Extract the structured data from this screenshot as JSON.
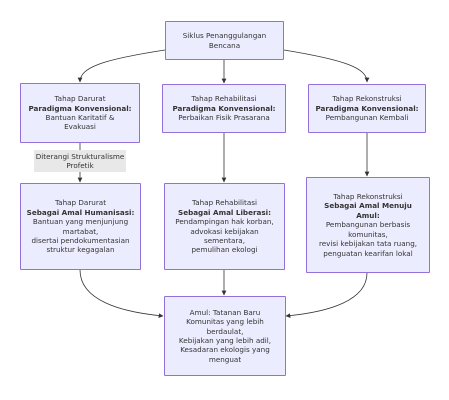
{
  "nodes": {
    "cycle": [
      "Siklus Penanggulangan",
      "Bencana"
    ],
    "darurat_konv": {
      "l1": "Tahap Darurat",
      "l2": "Paradigma Konvensional:",
      "l3": "Bantuan Karitatif &",
      "l4": "Evakuasi"
    },
    "rehab_konv": {
      "l1": "Tahap Rehabilitasi",
      "l2": "Paradigma Konvensional:",
      "l3": "Perbaikan Fisik Prasarana"
    },
    "rekon_konv": {
      "l1": "Tahap Rekonstruksi",
      "l2": "Paradigma Konvensional:",
      "l3": "Pembangunan Kembali"
    },
    "darurat_hum": {
      "l1": "Tahap Darurat",
      "l2": "Sebagai Amal Humanisasi:",
      "l3": "Bantuan yang menjunjung",
      "l4": "martabat,",
      "l5": "disertai pendokumentasian",
      "l6": "struktur kegagalan"
    },
    "rehab_lib": {
      "l1": "Tahap Rehabilitasi",
      "l2": "Sebagai Amal Liberasi:",
      "l3": "Pendampingan hak korban,",
      "l4": "advokasi kebijakan",
      "l5": "sementara,",
      "l6": "pemulihan ekologi"
    },
    "rekon_amul": {
      "l1": "Tahap Rekonstruksi",
      "l2": "Sebagai Amal Menuju",
      "l3": "Amul:",
      "l4": "Pembangunan berbasis",
      "l5": "komunitas,",
      "l6": "revisi kebijakan tata ruang,",
      "l7": "penguatan kearifan lokal"
    },
    "amul": {
      "l1": "Amul: Tatanan Baru",
      "l2": "Komunitas yang lebih",
      "l3": "berdaulat,",
      "l4": "Kebijakan yang lebih adil,",
      "l5": "Kesadaran ekologis yang",
      "l6": "menguat"
    }
  },
  "edge_labels": {
    "strukturalisme": [
      "Diterangi Strukturalisme",
      "Profetik"
    ]
  },
  "colors": {
    "node_fill": "#ECECFF",
    "node_border": "#9370DB",
    "edge": "#333333",
    "edge_label_bg": "#E8E8E8"
  }
}
